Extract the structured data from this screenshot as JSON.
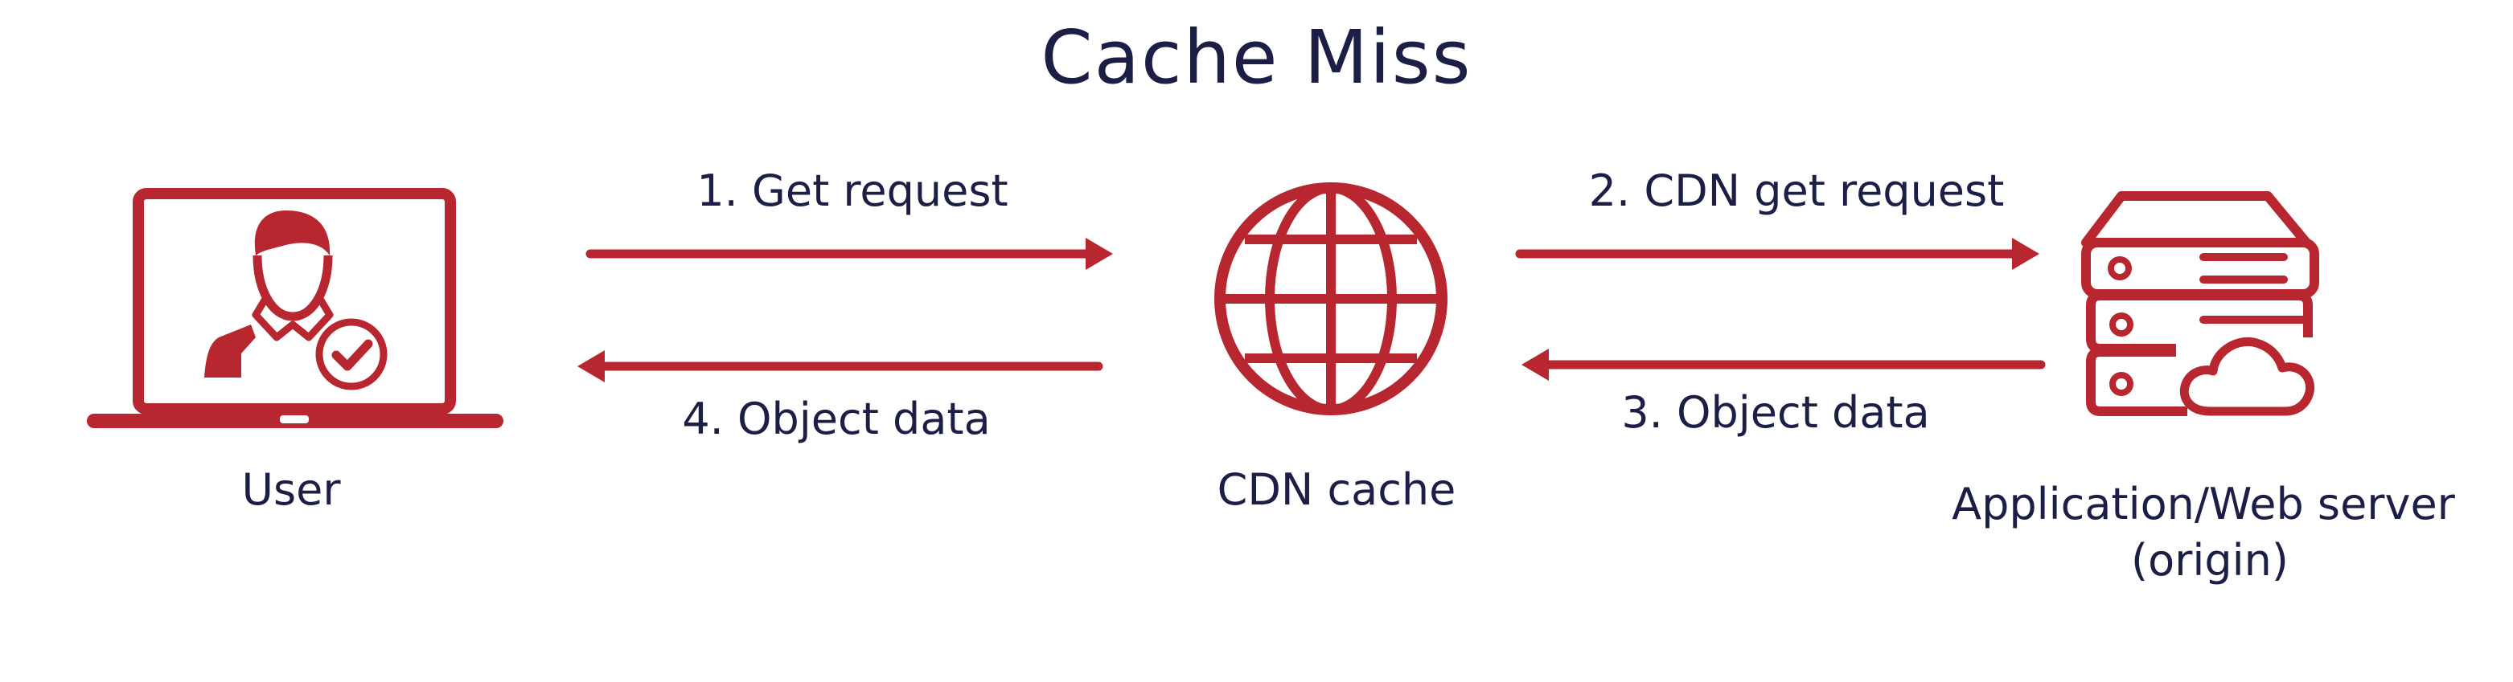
{
  "title": "Cache Miss",
  "nodes": {
    "user": {
      "label": "User"
    },
    "cdn": {
      "label": "CDN cache"
    },
    "origin": {
      "label_line1": "Application/Web server",
      "label_line2": "(origin)"
    }
  },
  "flows": [
    {
      "step": "1",
      "label": "1. Get request",
      "from": "user",
      "to": "cdn"
    },
    {
      "step": "2",
      "label": "2. CDN get request",
      "from": "cdn",
      "to": "origin"
    },
    {
      "step": "3",
      "label": "3. Object data",
      "from": "origin",
      "to": "cdn"
    },
    {
      "step": "4",
      "label": "4. Object data",
      "from": "cdn",
      "to": "user"
    }
  ],
  "colors": {
    "accent": "#b8262f",
    "text": "#1b1f45",
    "background": "#ffffff"
  },
  "icons": {
    "user": "laptop-user-icon",
    "cdn": "globe-icon",
    "origin": "server-cloud-icon"
  }
}
